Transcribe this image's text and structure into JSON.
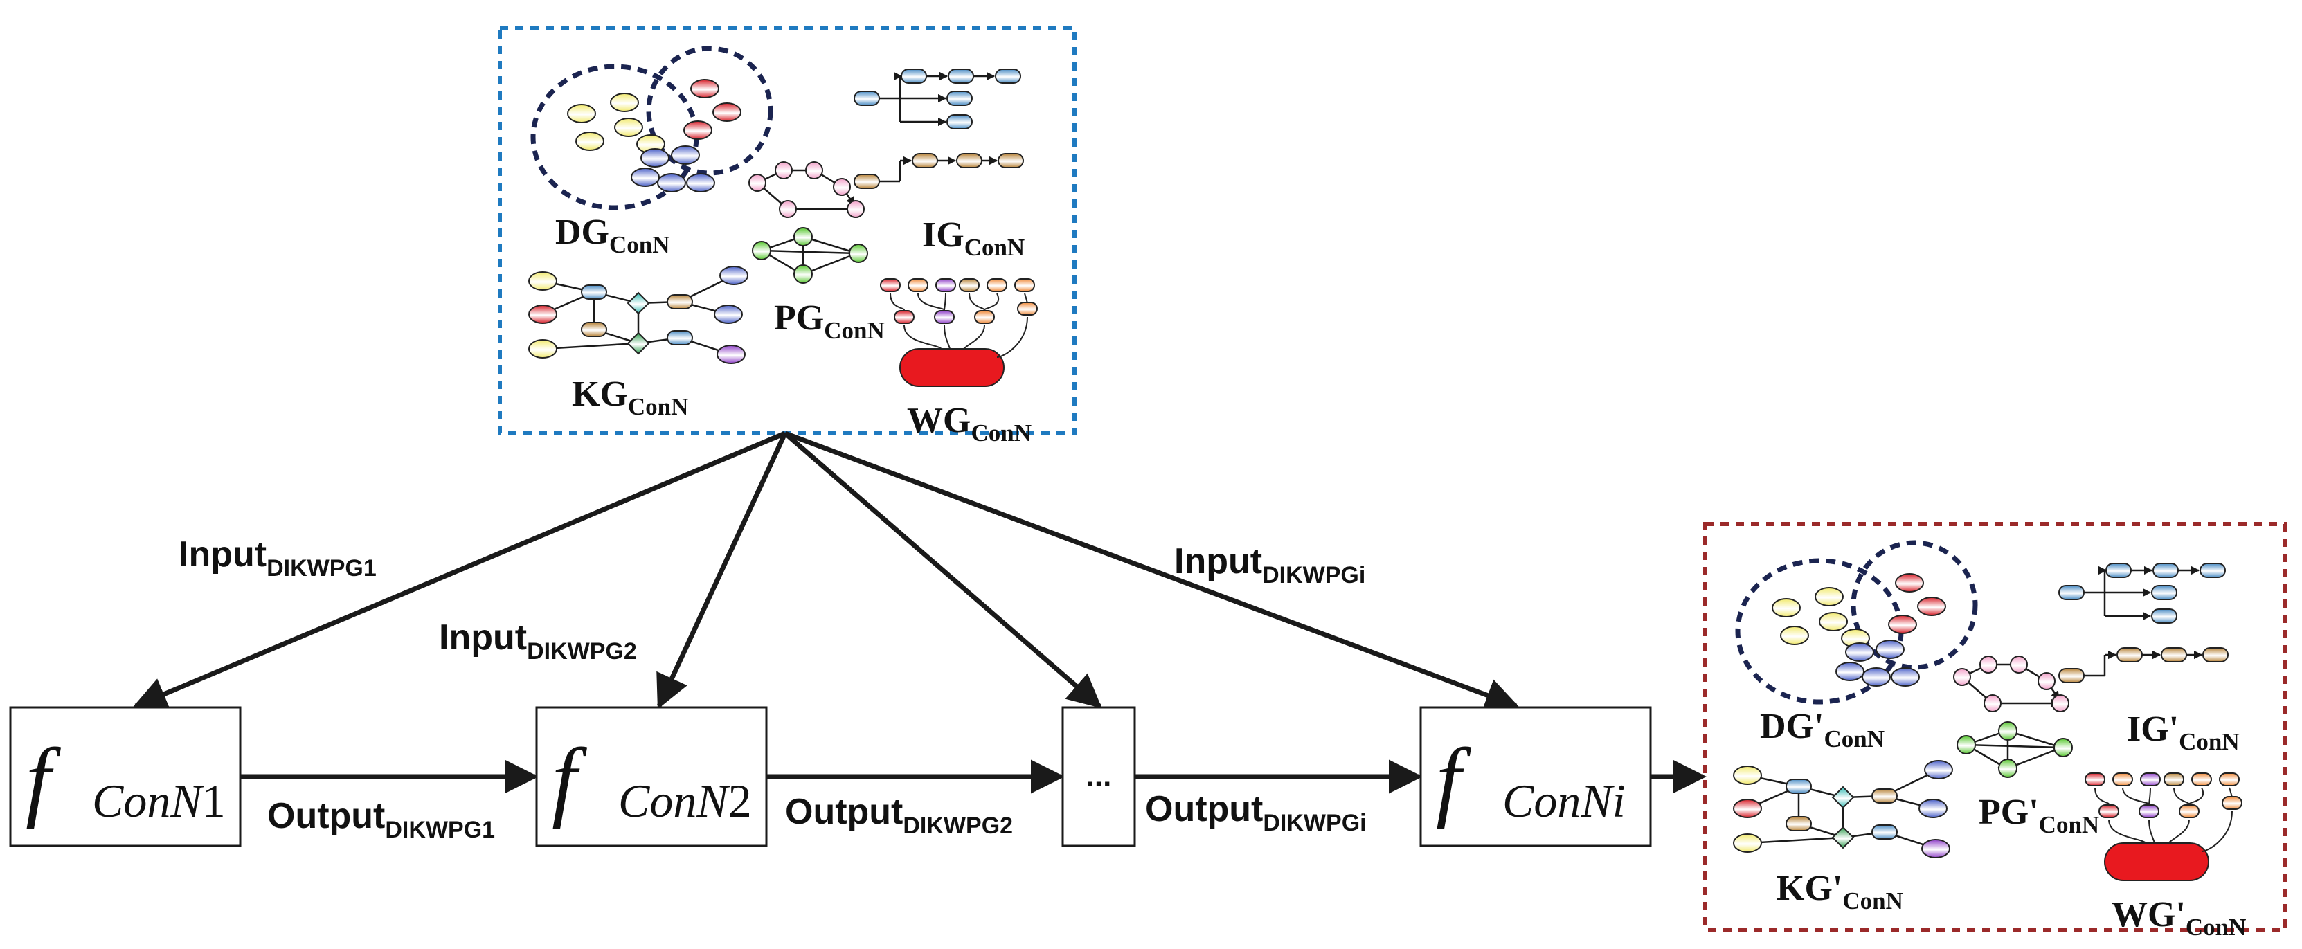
{
  "input_set": {
    "graphs": [
      {
        "id": "dg",
        "base": "DG",
        "sub": "ConN"
      },
      {
        "id": "ig",
        "base": "IG",
        "sub": "ConN"
      },
      {
        "id": "pg",
        "base": "PG",
        "sub": "ConN"
      },
      {
        "id": "kg",
        "base": "KG",
        "sub": "ConN"
      },
      {
        "id": "wg",
        "base": "WG",
        "sub": "ConN"
      }
    ]
  },
  "output_set": {
    "graphs": [
      {
        "id": "dg",
        "base": "DG'",
        "sub": "ConN"
      },
      {
        "id": "ig",
        "base": "IG'",
        "sub": "ConN"
      },
      {
        "id": "pg",
        "base": "PG'",
        "sub": "ConN"
      },
      {
        "id": "kg",
        "base": "KG'",
        "sub": "ConN"
      },
      {
        "id": "wg",
        "base": "WG'",
        "sub": "ConN"
      }
    ]
  },
  "functions": [
    {
      "symbol": "f",
      "sub": "ConN",
      "suffix": "1"
    },
    {
      "symbol": "f",
      "sub": "ConN",
      "suffix": "2"
    },
    {
      "ellipsis": "..."
    },
    {
      "symbol": "f",
      "sub": "ConN",
      "suffix": "i"
    }
  ],
  "input_labels": [
    {
      "base": "Input",
      "sub": "DIKWPG1"
    },
    {
      "base": "Input",
      "sub": "DIKWPG2"
    },
    {
      "base": "Input",
      "sub": "DIKWPGi"
    }
  ],
  "output_labels": [
    {
      "base": "Output",
      "sub": "DIKWPG1"
    },
    {
      "base": "Output",
      "sub": "DIKWPG2"
    },
    {
      "base": "Output",
      "sub": "DIKWPGi"
    }
  ],
  "colors": {
    "input_border": "#1f7ac0",
    "output_border": "#9b2a2a",
    "circle_dash": "#1b2450",
    "arrow": "#1a1a1a",
    "yellow": "#f2ea6e",
    "red": "#d8202a",
    "blue": "#4c62c8",
    "steel": "#4a8cc4",
    "bronze": "#b8843a",
    "teal": "#2fb8b0",
    "green": "#2a9a4a",
    "pink": "#f2a0c8",
    "lime": "#58c830",
    "orange": "#f08a3a",
    "purple": "#9040c8",
    "wisdom_red": "#e8191f"
  }
}
